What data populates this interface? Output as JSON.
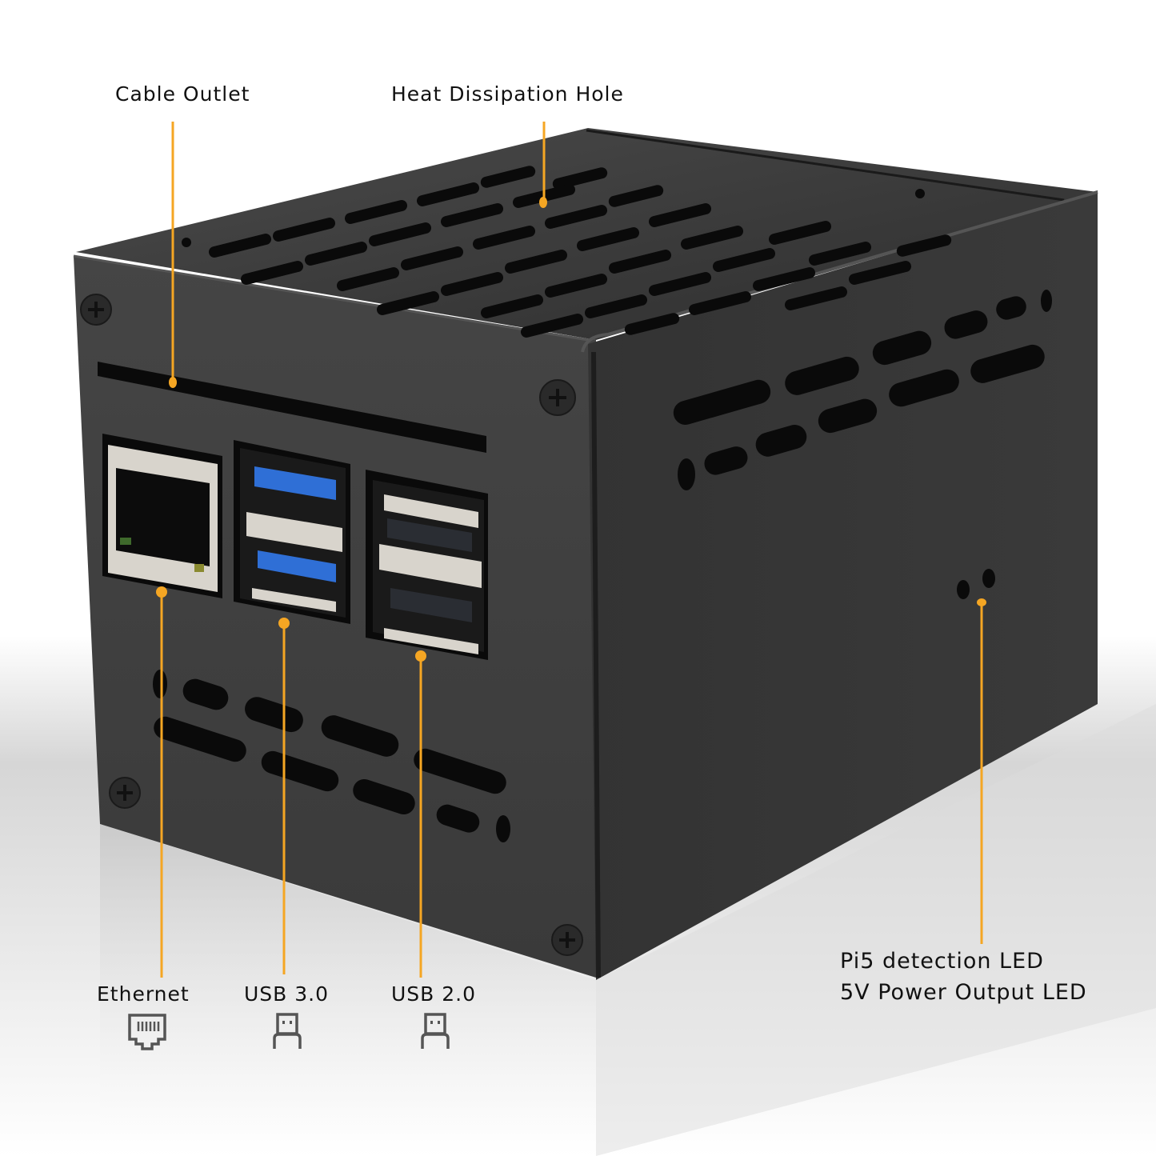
{
  "product": {
    "description": "Black metal enclosure for Raspberry Pi 5 with labeled ports",
    "colors": {
      "callout": "#f5a623",
      "case_front": "#3a3a3a",
      "case_side": "#353535",
      "case_top": "#3c3c3c",
      "vent": "#0a0a0a",
      "usb3_tongue": "#2f6fd6",
      "usb2_tongue": "#2a2d33",
      "port_metal": "#d8d4cc",
      "text": "#111111",
      "icon": "#555555"
    }
  },
  "callouts": {
    "cable_outlet": {
      "label": "Cable Outlet"
    },
    "heat_dissipation": {
      "label": "Heat Dissipation Hole"
    },
    "ethernet": {
      "label": "Ethernet",
      "icon": "ethernet-port-icon"
    },
    "usb3": {
      "label": "USB 3.0",
      "icon": "usb-plug-icon"
    },
    "usb2": {
      "label": "USB 2.0",
      "icon": "usb-plug-icon"
    },
    "leds": {
      "line1": "Pi5 detection LED",
      "line2": "5V Power Output LED"
    }
  }
}
